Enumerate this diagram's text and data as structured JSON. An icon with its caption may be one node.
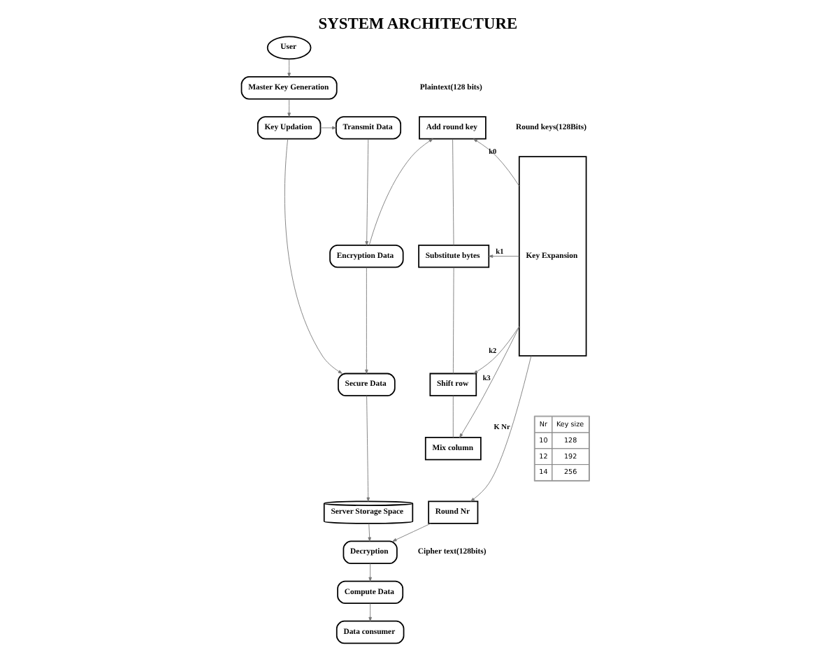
{
  "diagram": {
    "title": "SYSTEM ARCHITECTURE",
    "nodes": [
      {
        "text": [
          "Key Updation"
        ]
      },
      {
        "text": [
          "Transmit Data"
        ]
      },
      {
        "text": [
          "Master Key Generation"
        ]
      },
      {
        "text": [
          "Secure Data"
        ]
      },
      {
        "text": [
          "Encryption Data"
        ]
      },
      {
        "text": [
          "User"
        ]
      },
      {
        "text": [
          "Server Storage Space"
        ]
      },
      {
        "text": [
          "Decryption"
        ]
      },
      {
        "text": [
          "Data consumer"
        ]
      },
      {
        "text": [
          "Compute Data"
        ]
      },
      {
        "text": [
          "Add round key"
        ]
      },
      {
        "text": [
          "Substitute bytes"
        ]
      },
      {
        "text": [
          "Shift row"
        ]
      },
      {
        "text": [
          "Mix column"
        ]
      },
      {
        "text": [
          "Round Nr"
        ]
      },
      {
        "text": [
          "Key Expansion"
        ]
      }
    ],
    "edges": [
      {
        "from": 2,
        "to": 0,
        "arrow": "to"
      },
      {
        "from": 0,
        "to": 1,
        "arrow": "to"
      },
      {
        "from": 0,
        "to": 3,
        "arrow": "to"
      },
      {
        "from": 1,
        "to": 4,
        "arrow": "to"
      },
      {
        "from": 4,
        "to": 3,
        "arrow": "to"
      },
      {
        "from": 5,
        "to": 2,
        "arrow": "to"
      },
      {
        "from": 3,
        "to": 6,
        "arrow": "to"
      },
      {
        "from": 6,
        "to": 7,
        "arrow": "to"
      },
      {
        "from": 7,
        "to": 9,
        "arrow": "to"
      },
      {
        "from": 9,
        "to": 8,
        "arrow": "to"
      },
      {
        "from": 4,
        "to": 10,
        "arrow": "to"
      },
      {
        "from": 10,
        "to": 11,
        "arrow": "none"
      },
      {
        "from": 11,
        "to": 12,
        "arrow": "none"
      },
      {
        "from": 12,
        "to": 13,
        "arrow": "none"
      },
      {
        "from": 14,
        "to": 7,
        "arrow": "to"
      },
      {
        "from": 15,
        "to": 10,
        "arrow": "to",
        "label": "k0"
      },
      {
        "from": 15,
        "to": 11,
        "arrow": "to",
        "label": "k1"
      },
      {
        "from": 15,
        "to": 12,
        "arrow": "to",
        "label": "k2"
      },
      {
        "from": 15,
        "to": 13,
        "arrow": "to",
        "label": "k3"
      },
      {
        "from": 15,
        "to": 14,
        "arrow": "to",
        "label": "K Nr"
      }
    ],
    "labels": [
      "Plaintext(128 bits)",
      "Round keys(128Bits)",
      "Nr",
      "Key size",
      "10",
      "128",
      "12",
      "192",
      "14",
      "256",
      "Cipher text(128bits)"
    ]
  }
}
